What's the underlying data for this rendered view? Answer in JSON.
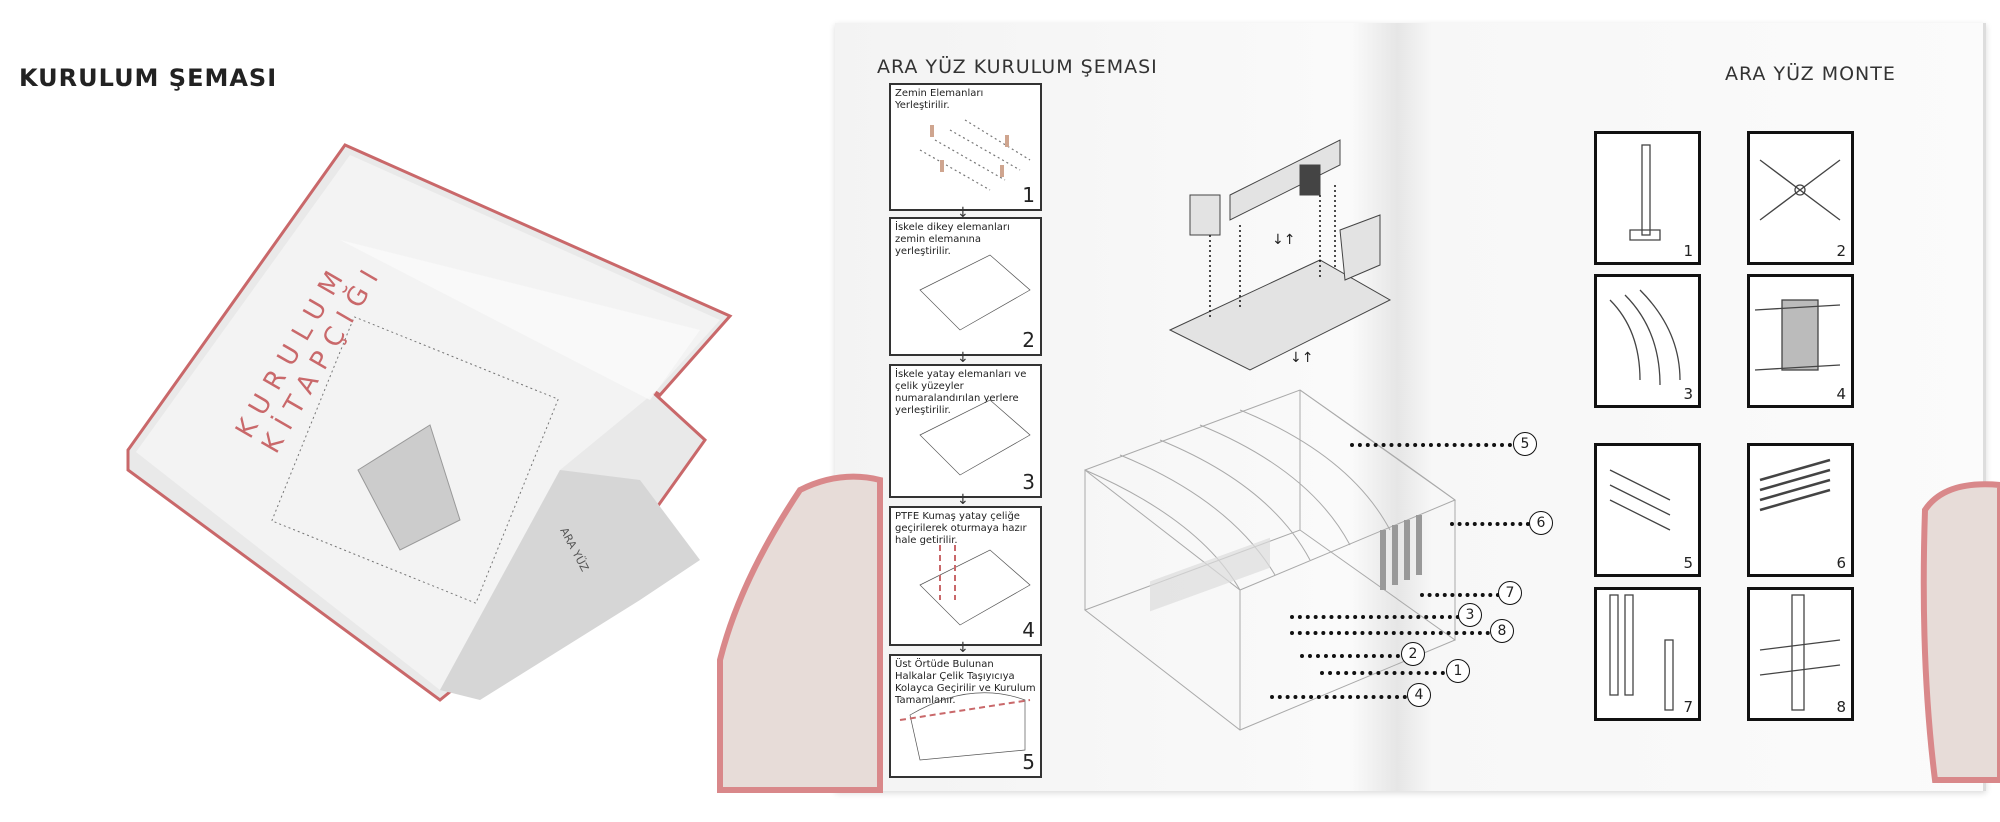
{
  "title": "KURULUM ŞEMASI",
  "cover": {
    "title_line1": "KURULUM",
    "title_line2": "KİTAPÇIĞI",
    "spine": "ARA YÜZ"
  },
  "left_page": {
    "heading": "ARA YÜZ KURULUM ŞEMASI",
    "steps": [
      {
        "text": "Zemin Elemanları Yerleştirilir.",
        "number": "1"
      },
      {
        "text": "İskele dikey elemanları zemin elemanına yerleştirilir.",
        "number": "2"
      },
      {
        "text": "İskele yatay elemanları ve çelik yüzeyler numaralandırılan yerlere yerleştirilir.",
        "number": "3"
      },
      {
        "text": "PTFE Kumaş yatay çeliğe geçirilerek oturmaya hazır hale getirilir.",
        "number": "4"
      },
      {
        "text": "Üst Örtüde Bulunan Halkalar Çelik Taşıyıcıya Kolayca Geçirilir ve Kurulum Tamamlanır.",
        "number": "5"
      }
    ],
    "arrow": "↓",
    "truck_arrows": "↓↑"
  },
  "right_page": {
    "heading": "ARA YÜZ MONTE",
    "details": [
      "1",
      "2",
      "3",
      "4",
      "5",
      "6",
      "7",
      "8"
    ]
  },
  "callouts": [
    "5",
    "6",
    "7",
    "3",
    "8",
    "2",
    "1",
    "4"
  ],
  "colors": {
    "accent": "#c9686a",
    "hand": "#e7dcd8",
    "page": "#f7f7f7"
  }
}
